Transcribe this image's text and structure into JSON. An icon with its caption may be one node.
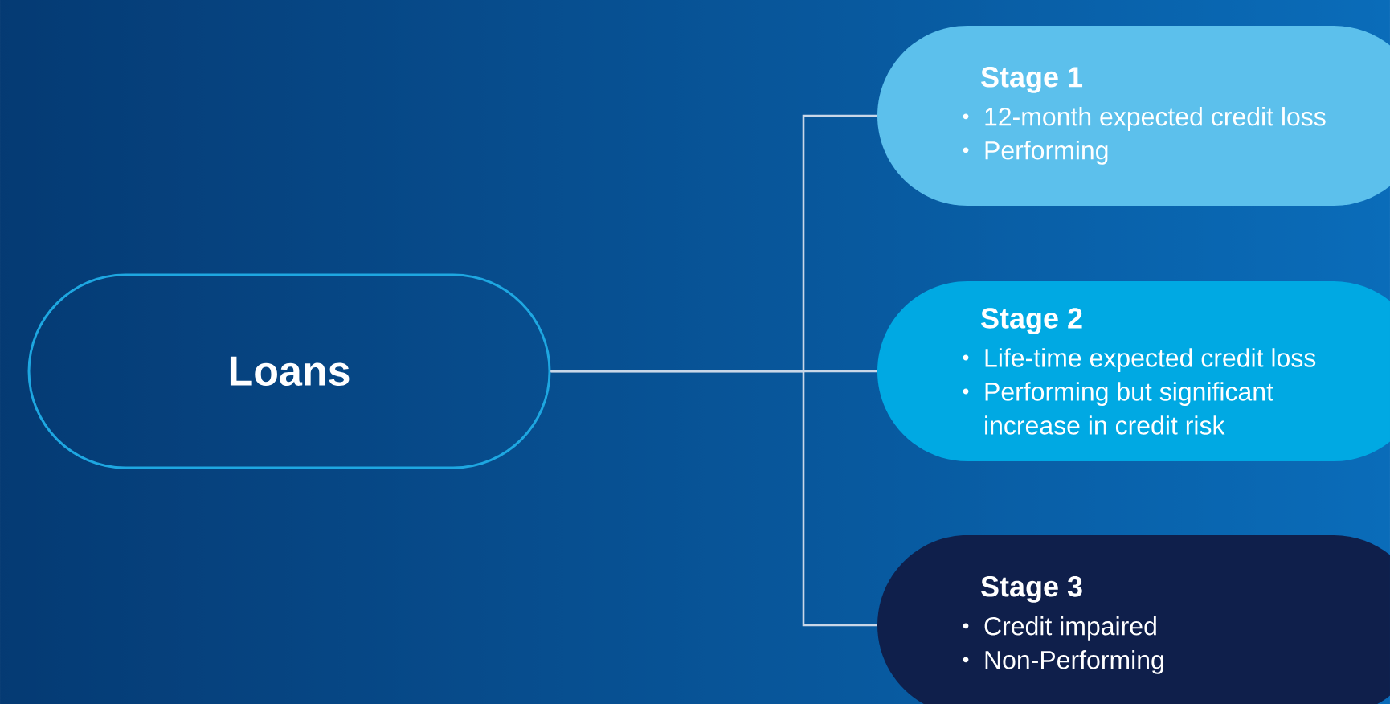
{
  "diagram": {
    "nodes": [
      {
        "text": [
          "Loans"
        ]
      },
      {
        "text": [
          "Stage 1",
          "12-month expected credit loss",
          "Performing"
        ]
      },
      {
        "text": [
          "Stage 2",
          "Life-time expected credit loss",
          "Performing but significant increase in credit risk"
        ]
      },
      {
        "text": [
          "Stage 3",
          "Credit impaired",
          "Non-Performing"
        ]
      }
    ],
    "edges": [
      {
        "from": 0,
        "to": 1,
        "arrow": "none"
      },
      {
        "from": 0,
        "to": 2,
        "arrow": "none"
      },
      {
        "from": 0,
        "to": 3,
        "arrow": "none"
      }
    ]
  }
}
